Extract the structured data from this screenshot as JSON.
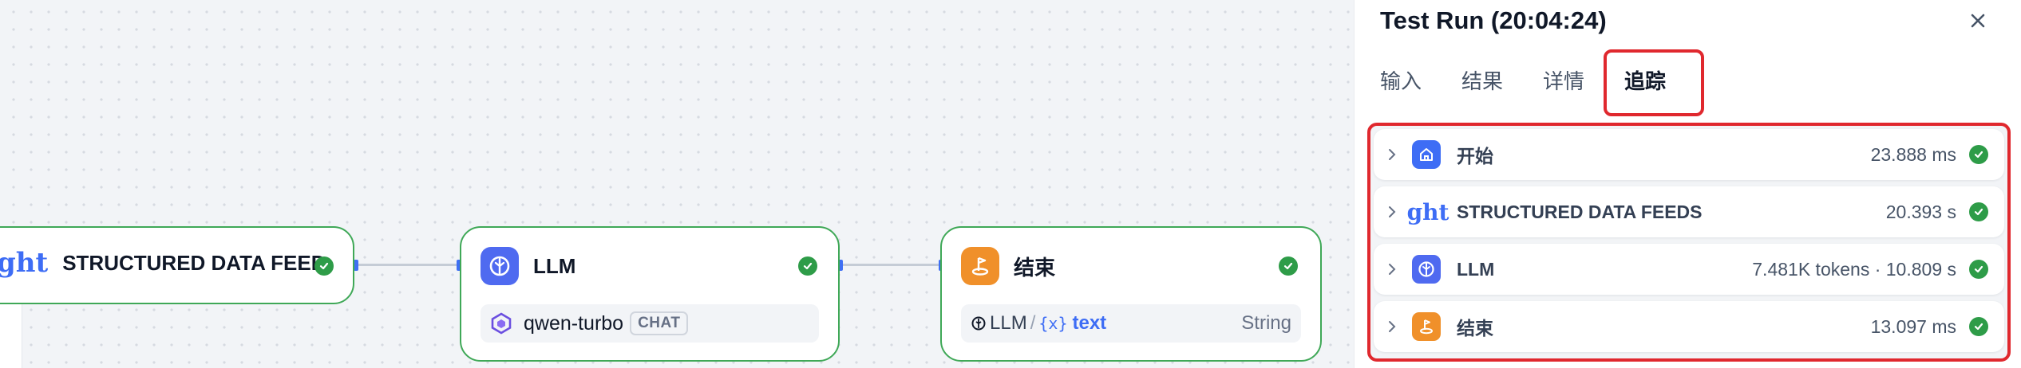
{
  "canvas": {
    "nodes": [
      {
        "title": "STRUCTURED DATA FEEDS",
        "icon": "ght-logo",
        "icon_text": "ght",
        "status": "success"
      },
      {
        "title": "LLM",
        "icon": "llm-icon",
        "status": "success",
        "model": "qwen-turbo",
        "mode": "CHAT"
      },
      {
        "title": "结束",
        "icon": "end-icon",
        "status": "success",
        "var_source": "LLM",
        "var_sep": "/",
        "var_name": "text",
        "var_type": "String"
      }
    ]
  },
  "panel": {
    "title": "Test Run (20:04:24)",
    "tabs": [
      "输入",
      "结果",
      "详情",
      "追踪"
    ],
    "active_tab": "追踪",
    "traces": [
      {
        "label": "开始",
        "meta": "23.888 ms",
        "icon": "home-icon",
        "icon_color": "#3e6df5"
      },
      {
        "label": "STRUCTURED DATA FEEDS",
        "meta": "20.393 s",
        "icon": "ght-logo",
        "icon_text": "ght"
      },
      {
        "label": "LLM",
        "meta": "7.481K tokens · 10.809 s",
        "icon": "llm-icon",
        "icon_color": "#4f6af0"
      },
      {
        "label": "结束",
        "meta": "13.097 ms",
        "icon": "end-icon",
        "icon_color": "#f0902a"
      }
    ]
  },
  "colors": {
    "accent": "#3e6df5",
    "success": "#2e9c48",
    "highlight": "#e0282e",
    "end": "#f0902a"
  }
}
